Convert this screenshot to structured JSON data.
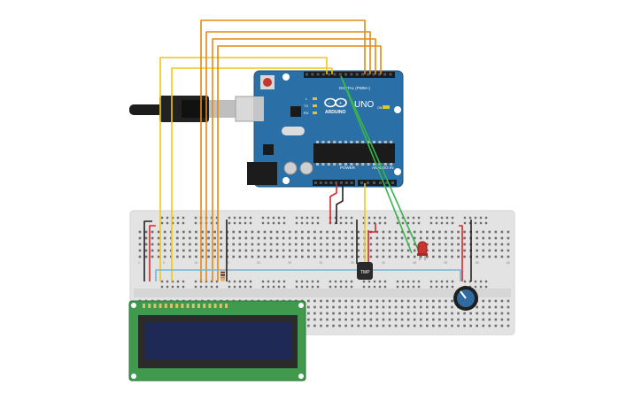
{
  "arduino": {
    "model": "UNO",
    "brand": "ARDUINO",
    "digital_header": "DIGITAL (PWM~)",
    "power_header": "POWER",
    "analog_header": "ANALOG IN",
    "led_labels": [
      "L",
      "TX",
      "RX"
    ],
    "on_label": "ON"
  },
  "sensor": {
    "marking": "TMP"
  },
  "breadboard": {
    "column_labels": [
      "1",
      "5",
      "10",
      "15",
      "20",
      "25",
      "30",
      "35",
      "40",
      "45",
      "50",
      "55",
      "60"
    ]
  },
  "colors": {
    "wire_orange": "#e38a12",
    "wire_yellow": "#f2c619",
    "wire_red": "#d22b2b",
    "wire_black": "#222222",
    "wire_green": "#3ab54a",
    "wire_blue": "#6fb7e0",
    "arduino_blue": "#2a6fa5",
    "lcd_green": "#3f9a4e",
    "lcd_screen": "#1e2a55",
    "breadboard": "#e3e3e3"
  }
}
